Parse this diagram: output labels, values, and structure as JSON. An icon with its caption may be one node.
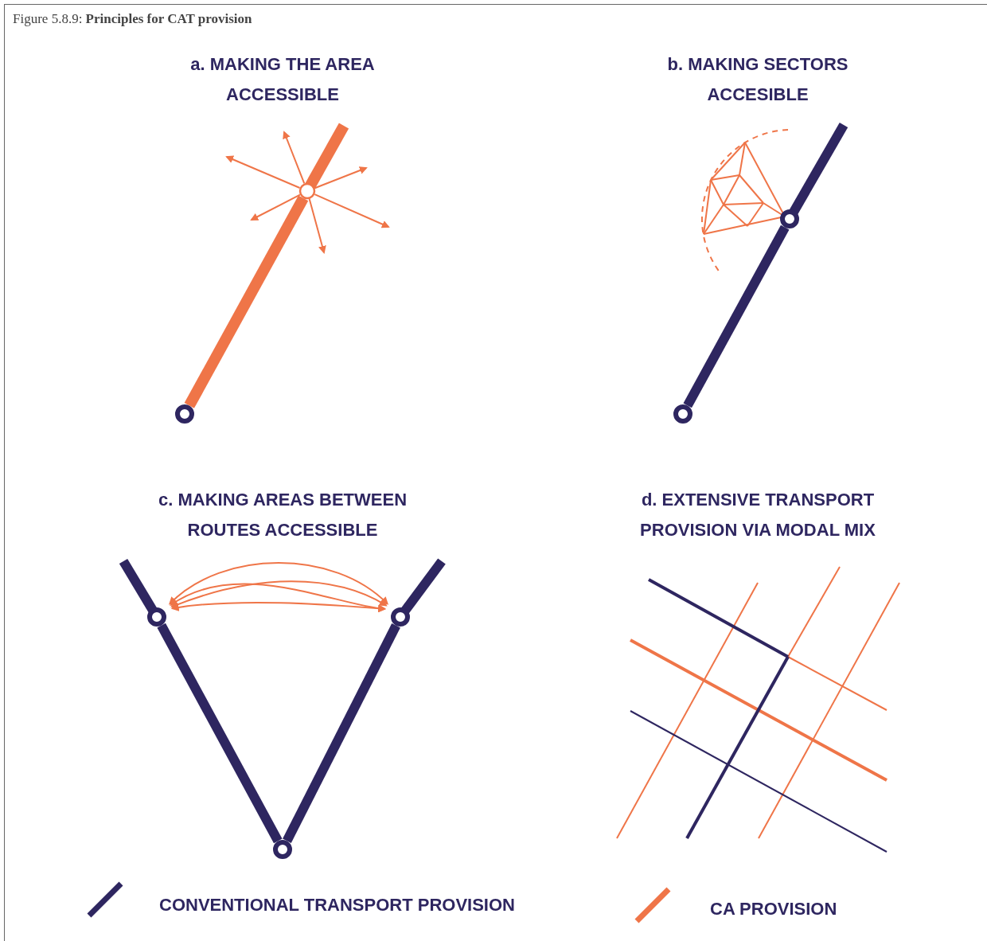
{
  "diagram": {
    "title": "Figure 5.8.9: **Principles for CAT provision**",
    "nodes": [
      {
        "text": [],
        "shape": "circle"
      },
      {
        "text": [],
        "shape": "circle"
      },
      {
        "text": [],
        "shape": "circle"
      },
      {
        "text": [],
        "shape": "circle"
      },
      {
        "text": [],
        "shape": "circle"
      },
      {
        "text": [],
        "shape": "circle"
      },
      {
        "text": [],
        "shape": "circle"
      }
    ],
    "edges": [
      {
        "from": 0,
        "to": 1,
        "arrow": "none",
        "style": "thick"
      },
      {
        "from": 1,
        "to": null,
        "arrow": "to"
      },
      {
        "from": 1,
        "to": null,
        "arrow": "to"
      },
      {
        "from": 1,
        "to": null,
        "arrow": "to"
      },
      {
        "from": 1,
        "to": null,
        "arrow": "to"
      },
      {
        "from": 1,
        "to": null,
        "arrow": "to"
      },
      {
        "from": 1,
        "to": null,
        "arrow": "to"
      },
      {
        "from": 2,
        "to": 3,
        "arrow": "none",
        "style": "thick",
        "color": "#2e2660"
      },
      {
        "from": 4,
        "to": 5,
        "arrow": "both"
      },
      {
        "from": 4,
        "to": 5,
        "arrow": "both"
      },
      {
        "from": 4,
        "to": 5,
        "arrow": "both"
      },
      {
        "from": 4,
        "to": 5,
        "arrow": "both"
      },
      {
        "from": 4,
        "to": 6,
        "arrow": "none",
        "style": "thick",
        "color": "#2e2660"
      },
      {
        "from": 6,
        "to": 5,
        "arrow": "none",
        "style": "thick",
        "color": "#2e2660"
      }
    ],
    "labels": [
      "a. MAKING THE AREA ACCESSIBLE",
      "b. MAKING SECTORS ACCESIBLE",
      "c. MAKING AREAS BETWEEN ROUTES ACCESSIBLE",
      "d. EXTENSIVE TRANSPORT PROVISION VIA MODAL MIX"
    ],
    "legend": [
      {
        "text": "CONVENTIONAL TRANSPORT PROVISION"
      },
      {
        "text": "CA PROVISION"
      }
    ]
  }
}
